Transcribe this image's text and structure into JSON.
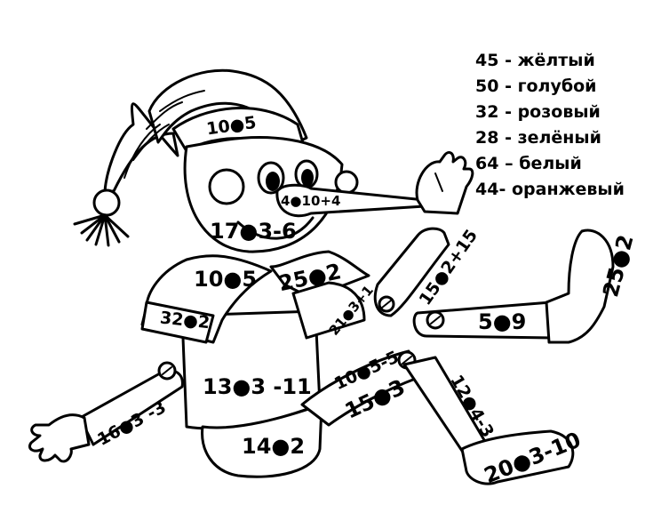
{
  "legend": [
    {
      "number": "45",
      "sep": " - ",
      "color_name": "жёлтый"
    },
    {
      "number": "50",
      "sep": " - ",
      "color_name": "голубой"
    },
    {
      "number": "32",
      "sep": " - ",
      "color_name": "розовый"
    },
    {
      "number": "28",
      "sep": " - ",
      "color_name": "зелёный"
    },
    {
      "number": "64",
      "sep": " – ",
      "color_name": "белый"
    },
    {
      "number": "44",
      "sep": "- ",
      "color_name": "оранжевый"
    }
  ],
  "expressions": {
    "hat_band": "10●5",
    "nose": "4●10+4",
    "mouth": "17●3-6",
    "collar_left": "10●5",
    "collar_right": "25●2",
    "collar_side": "32●2",
    "collar_small": "21●3+1",
    "upper_arm_right": "15●2+15",
    "shirt": "13●3 -11",
    "left_arm": "16●3 -3",
    "pants": "14●2",
    "thigh_upper": "10●5-5",
    "thigh_lower": "15●3",
    "leg_upper": "5●9",
    "shoe_right": "25●2",
    "leg_lower": "12●4-3",
    "shoe_bottom": "20●3-10"
  }
}
